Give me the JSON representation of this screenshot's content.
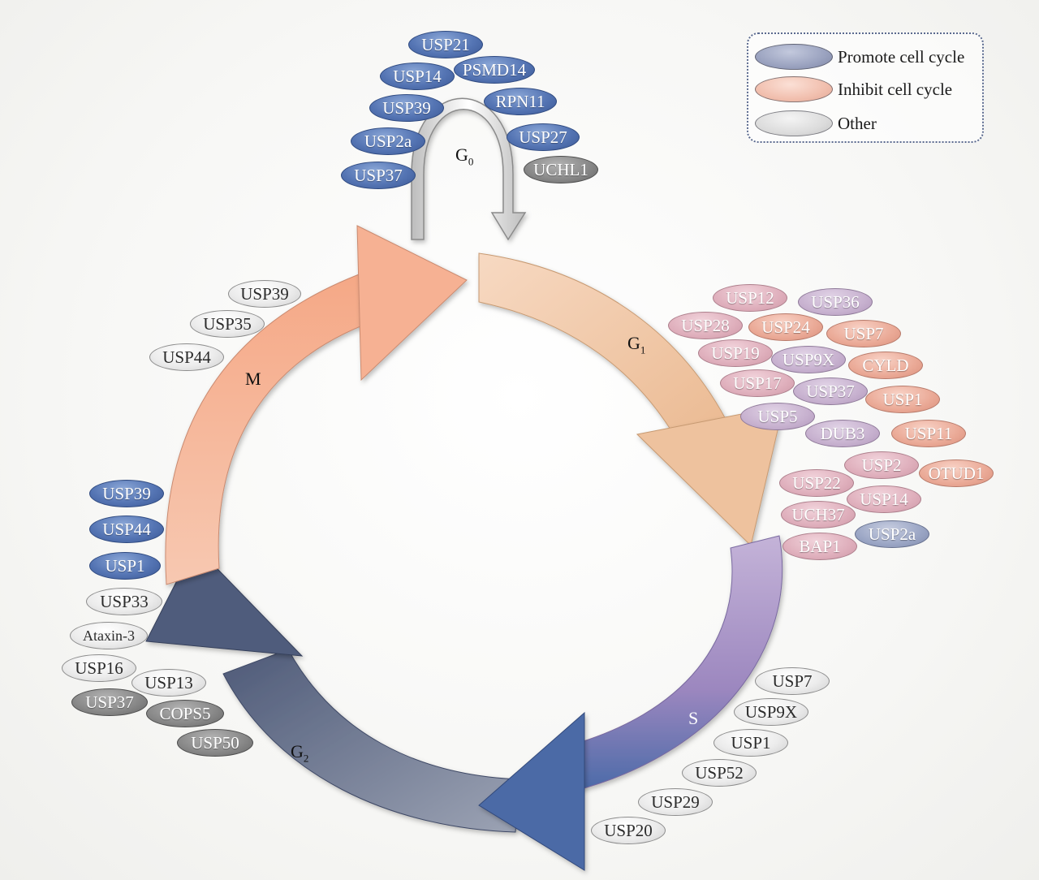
{
  "legend": {
    "promote": "Promote cell cycle",
    "inhibit": "Inhibit cell cycle",
    "other": "Other",
    "colors": {
      "promote": "#5575b4",
      "inhibit": "#eaa996",
      "other": "#e0e0e0"
    }
  },
  "phases": {
    "g0": {
      "main": "G",
      "sub": "0"
    },
    "g1": {
      "main": "G",
      "sub": "1"
    },
    "s": {
      "main": "S"
    },
    "g2": {
      "main": "G",
      "sub": "2"
    },
    "m": {
      "main": "M"
    }
  },
  "arrow_colors": {
    "g0": "#d9d9d9",
    "g1": "#f2c8a8",
    "s": "#a590c2",
    "g2": "#5b6786",
    "m": "#f4b49a"
  },
  "groups": {
    "g0": [
      {
        "label": "USP21",
        "kind": "promote"
      },
      {
        "label": "PSMD14",
        "kind": "promote"
      },
      {
        "label": "USP14",
        "kind": "promote"
      },
      {
        "label": "USP39",
        "kind": "promote"
      },
      {
        "label": "RPN11",
        "kind": "promote"
      },
      {
        "label": "USP2a",
        "kind": "promote"
      },
      {
        "label": "USP27",
        "kind": "promote"
      },
      {
        "label": "USP37",
        "kind": "promote"
      },
      {
        "label": "UCHL1",
        "kind": "dark"
      }
    ],
    "g1": [
      {
        "label": "USP12",
        "kind": "pink"
      },
      {
        "label": "USP36",
        "kind": "lavender"
      },
      {
        "label": "USP28",
        "kind": "pink"
      },
      {
        "label": "USP24",
        "kind": "inhibit"
      },
      {
        "label": "USP7",
        "kind": "inhibit"
      },
      {
        "label": "USP19",
        "kind": "pink"
      },
      {
        "label": "USP9X",
        "kind": "lavender"
      },
      {
        "label": "CYLD",
        "kind": "inhibit"
      },
      {
        "label": "USP17",
        "kind": "pink"
      },
      {
        "label": "USP37",
        "kind": "lavender"
      },
      {
        "label": "USP1",
        "kind": "inhibit"
      },
      {
        "label": "USP5",
        "kind": "lavender"
      },
      {
        "label": "DUB3",
        "kind": "lavender"
      },
      {
        "label": "USP11",
        "kind": "inhibit"
      },
      {
        "label": "USP2",
        "kind": "pink"
      },
      {
        "label": "OTUD1",
        "kind": "inhibit"
      },
      {
        "label": "USP22",
        "kind": "pink"
      },
      {
        "label": "USP14",
        "kind": "pink"
      },
      {
        "label": "UCH37",
        "kind": "pink"
      },
      {
        "label": "BAP1",
        "kind": "pink"
      },
      {
        "label": "USP2a",
        "kind": "bluegrey"
      }
    ],
    "s": [
      {
        "label": "USP7",
        "kind": "light"
      },
      {
        "label": "USP9X",
        "kind": "light"
      },
      {
        "label": "USP1",
        "kind": "light"
      },
      {
        "label": "USP52",
        "kind": "light"
      },
      {
        "label": "USP29",
        "kind": "light"
      },
      {
        "label": "USP20",
        "kind": "light"
      }
    ],
    "m": [
      {
        "label": "USP39",
        "kind": "light"
      },
      {
        "label": "USP35",
        "kind": "light"
      },
      {
        "label": "USP44",
        "kind": "light"
      }
    ],
    "g2": [
      {
        "label": "USP39",
        "kind": "promote"
      },
      {
        "label": "USP44",
        "kind": "promote"
      },
      {
        "label": "USP1",
        "kind": "promote"
      },
      {
        "label": "USP33",
        "kind": "light"
      },
      {
        "label": "Ataxin-3",
        "kind": "light"
      },
      {
        "label": "USP16",
        "kind": "light"
      },
      {
        "label": "USP13",
        "kind": "light"
      },
      {
        "label": "USP37",
        "kind": "dark"
      },
      {
        "label": "COPS5",
        "kind": "dark"
      },
      {
        "label": "USP50",
        "kind": "dark"
      }
    ]
  }
}
